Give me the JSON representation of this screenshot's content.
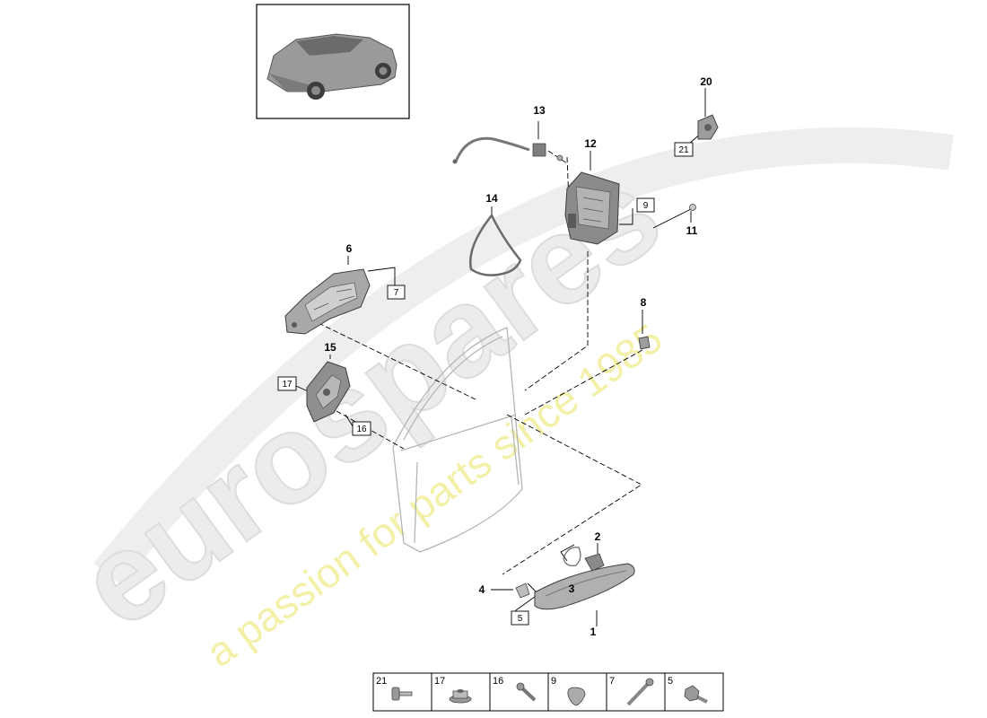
{
  "watermark": {
    "brand": "eurospares",
    "tagline": "a passion for parts since 1985"
  },
  "callouts": {
    "c1": "1",
    "c2": "2",
    "c3": "3",
    "c4": "4",
    "c6": "6",
    "c8": "8",
    "c11": "11",
    "c12": "12",
    "c13": "13",
    "c14": "14",
    "c15": "15",
    "c20": "20"
  },
  "boxed_refs": {
    "b5": "5",
    "b7": "7",
    "b9": "9",
    "b16": "16",
    "b17": "17",
    "b21": "21"
  },
  "legend": [
    "21",
    "17",
    "16",
    "9",
    "7",
    "5"
  ]
}
